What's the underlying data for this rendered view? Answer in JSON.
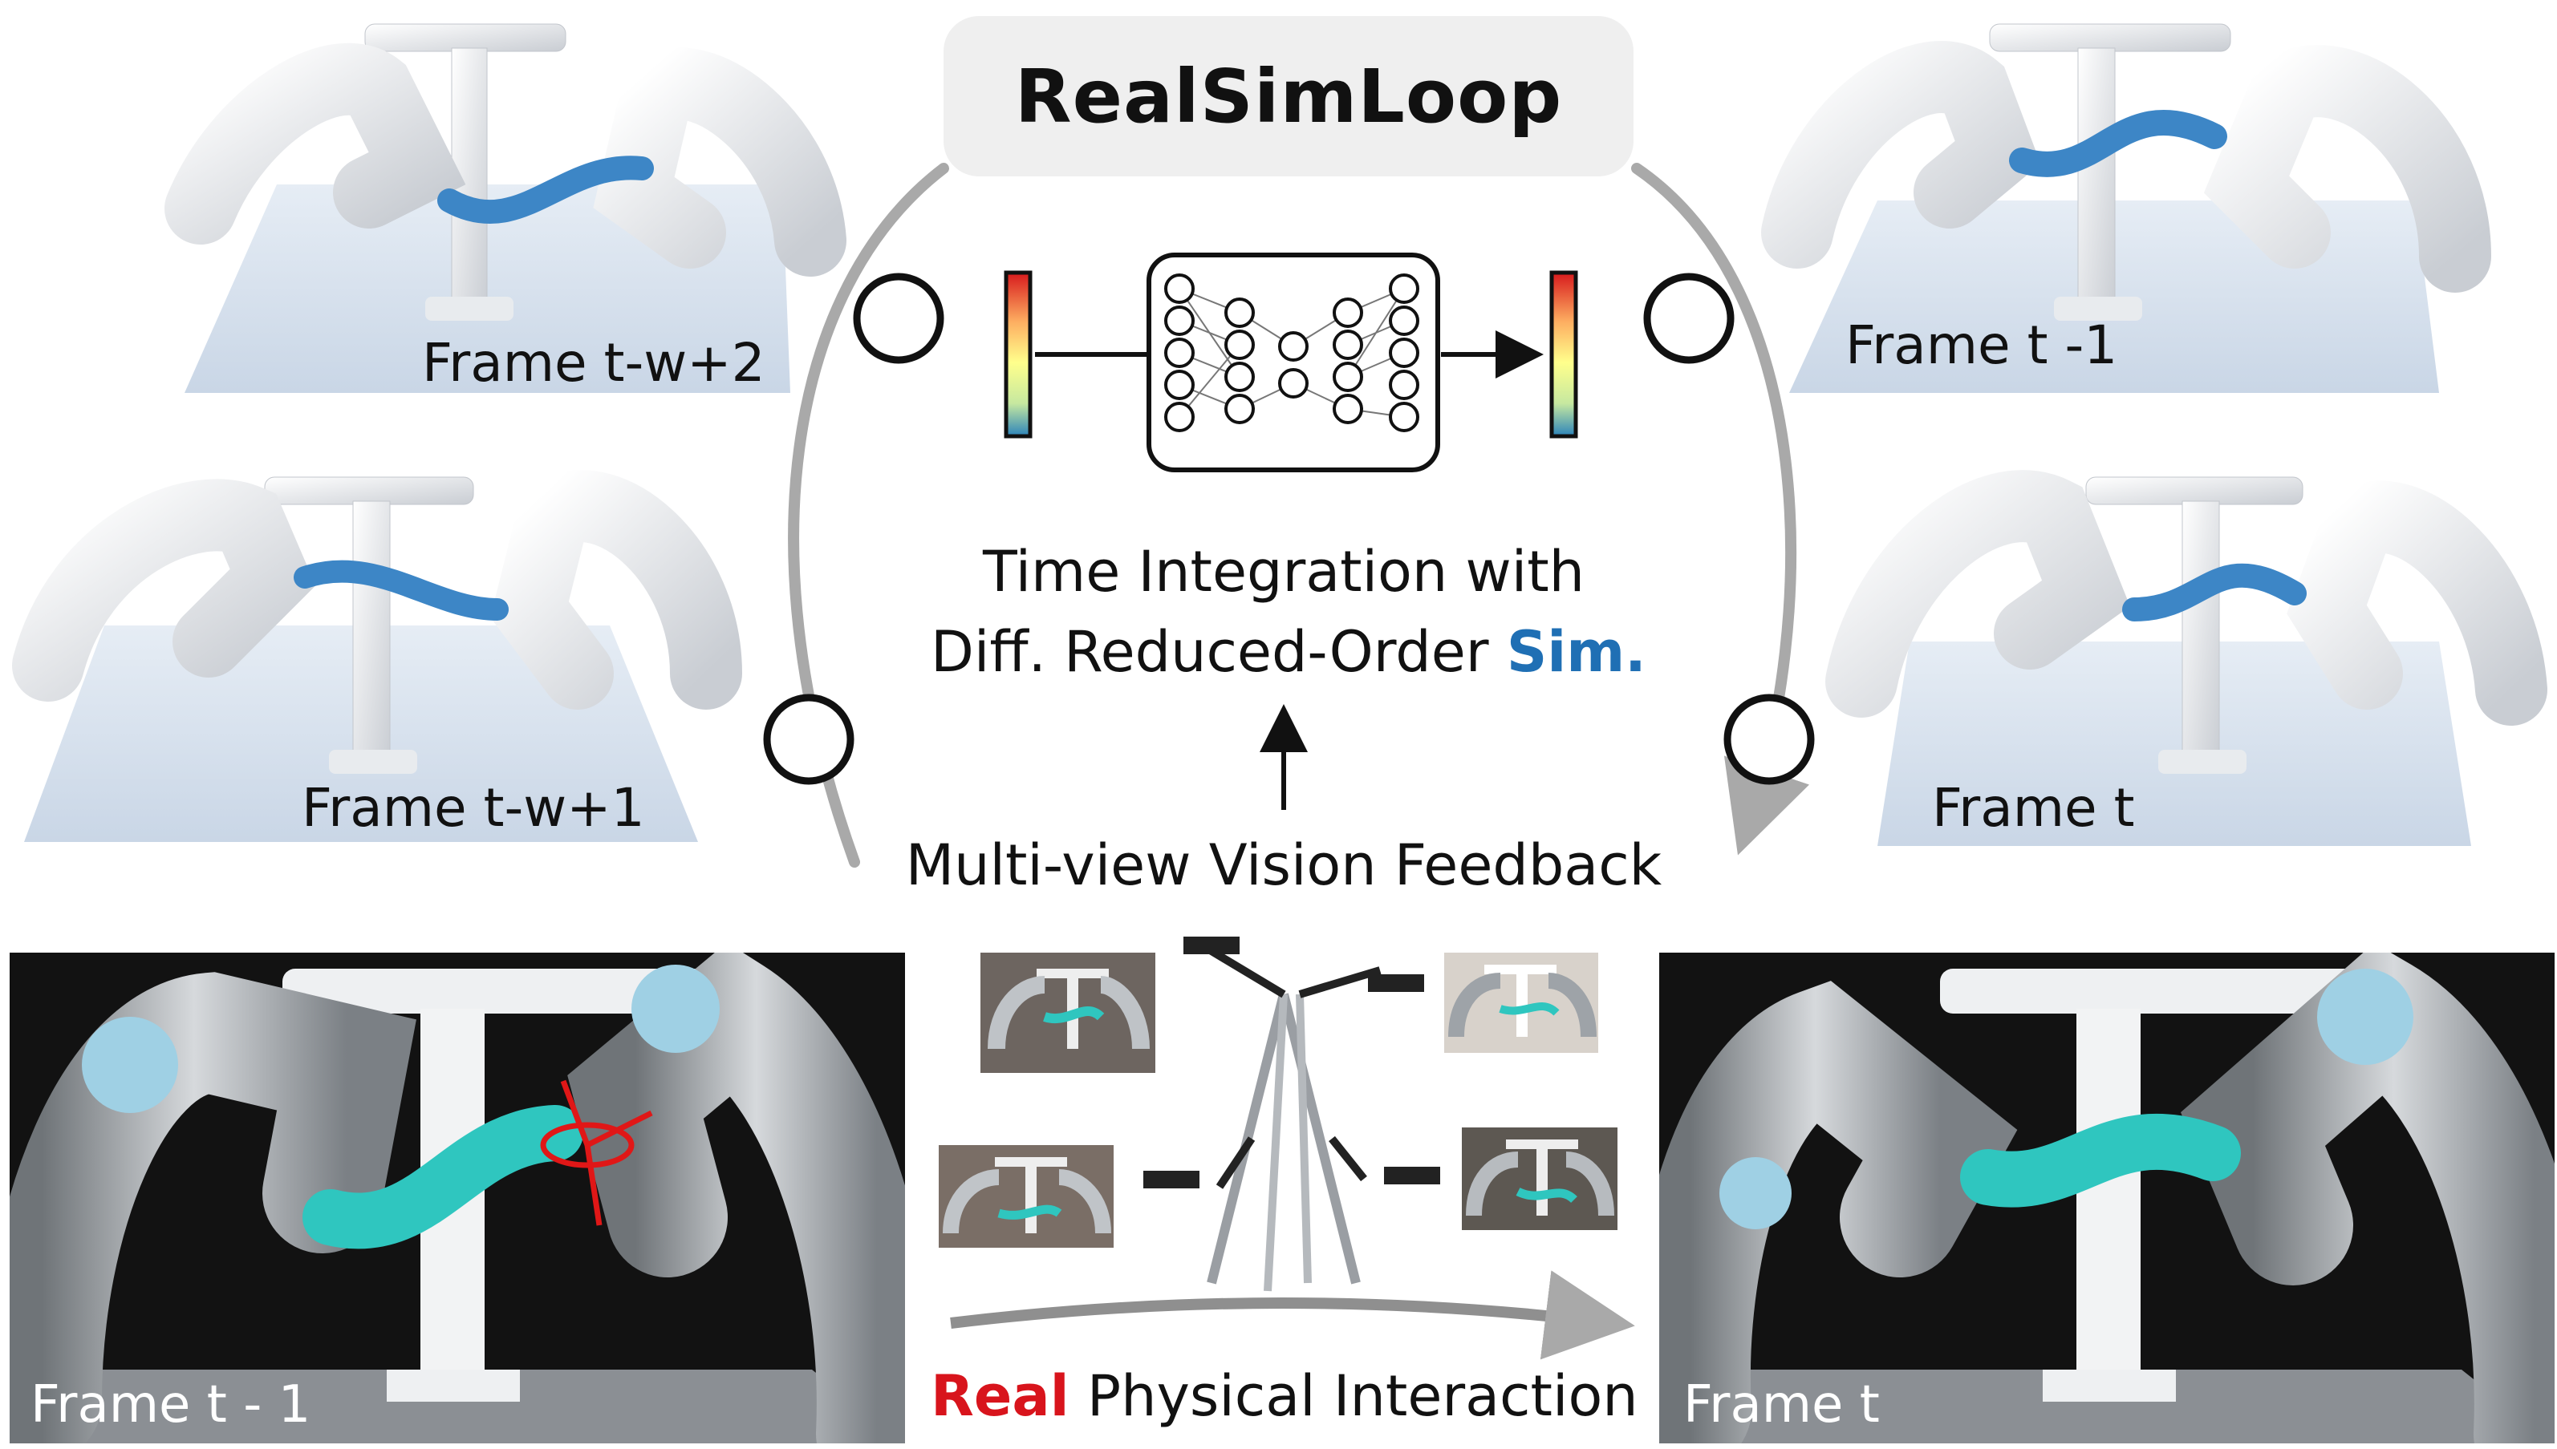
{
  "title": "RealSimLoop",
  "sim_frames": [
    {
      "label": "Frame t-w+2"
    },
    {
      "label": "Frame t -1"
    },
    {
      "label": "Frame t-w+1"
    },
    {
      "label": "Frame t"
    }
  ],
  "center": {
    "line1": "Time Integration with",
    "line2_prefix": "Diff. Reduced-Order ",
    "line2_accent": "Sim.",
    "feedback": "Multi-view Vision Feedback",
    "interaction_accent": "Real",
    "interaction_suffix": " Physical Interaction"
  },
  "real_frames": [
    {
      "label": "Frame t - 1"
    },
    {
      "label": "Frame t"
    }
  ],
  "colors": {
    "sim_blue": "#3d86c6",
    "real_teal": "#2fc6bf",
    "accent_blue": "#1f6fb4",
    "accent_red": "#d8141c",
    "loop_gray": "#a9a9a9"
  },
  "icons": {
    "network": "autoencoder-network-icon",
    "input_bar": "color-gradient-bar-icon",
    "output_bar": "color-gradient-bar-icon"
  }
}
